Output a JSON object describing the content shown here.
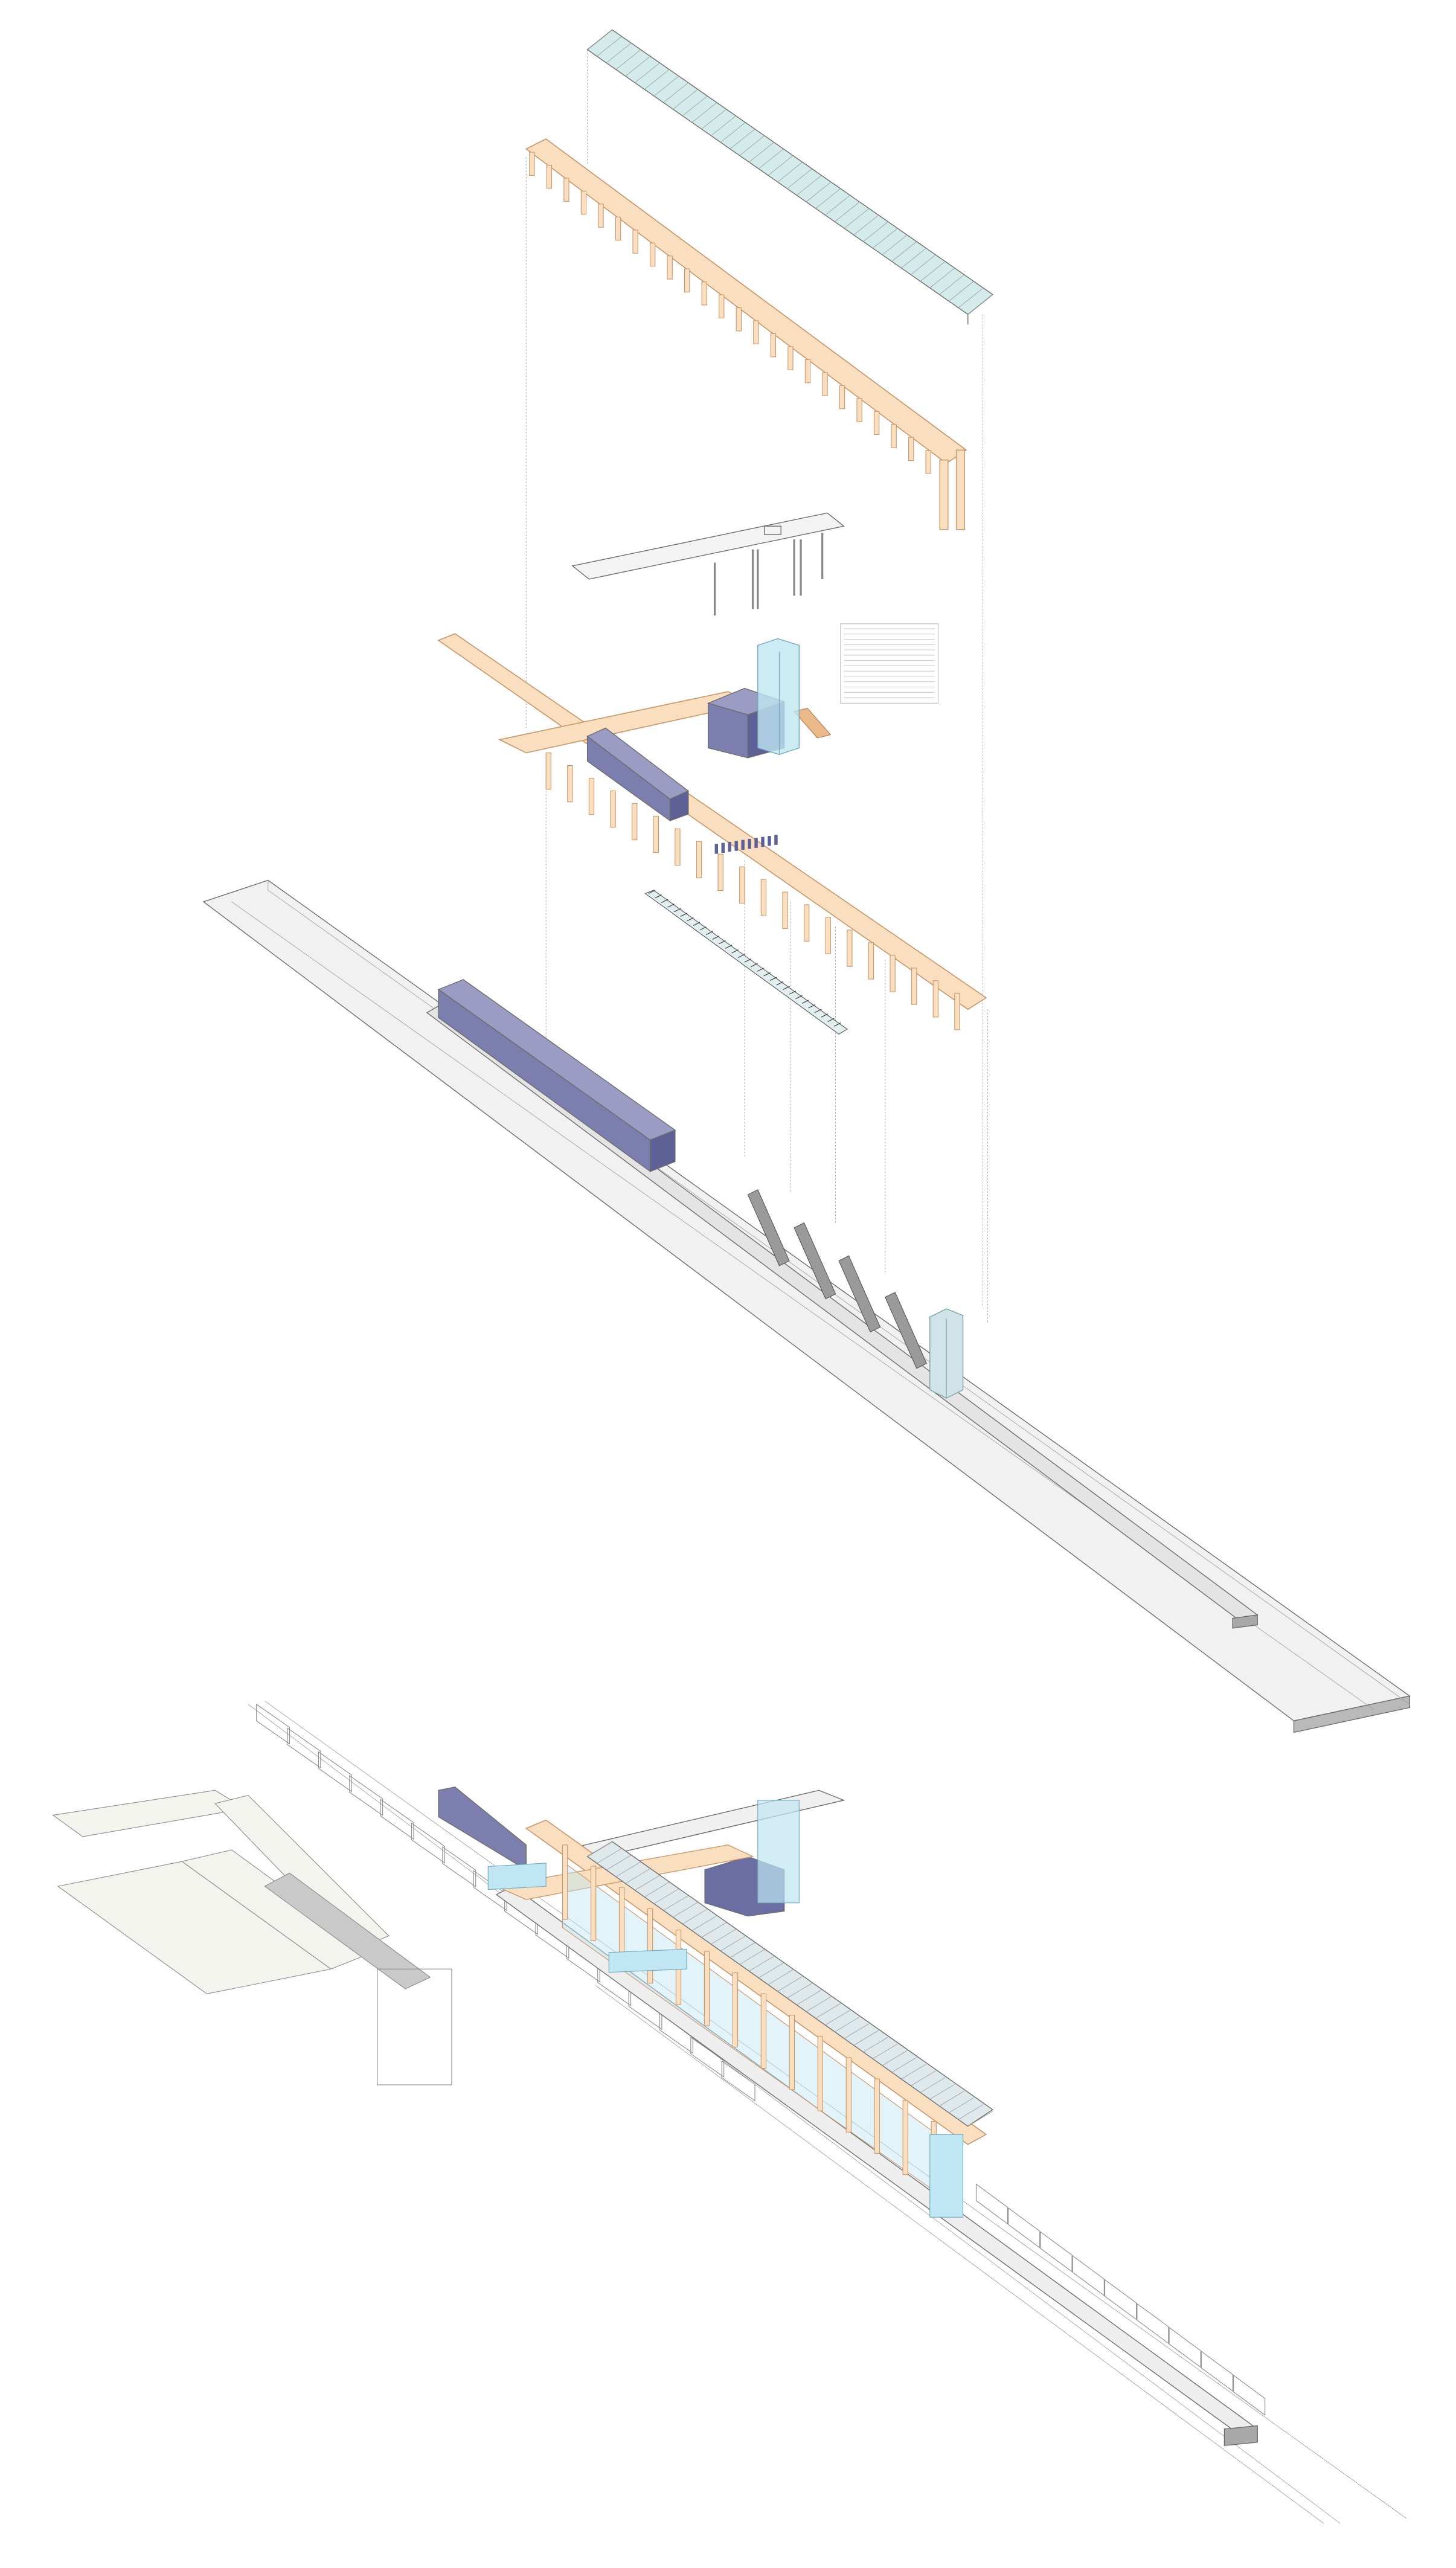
{
  "colors": {
    "background": "#ffffff",
    "timber": "#f9dfc0",
    "timber_edge": "#c9966a",
    "glass_roof": "#d3ebea",
    "glazing": "#bfe6f2",
    "volume_blue": "#7c7fae",
    "volume_blue_dark": "#5e6196",
    "slab_grey": "#f1f1f1",
    "edge_grey": "#7a7a7a"
  },
  "diagram": {
    "type": "exploded-axonometric",
    "subject": "station",
    "views": [
      "exploded",
      "assembled"
    ]
  }
}
